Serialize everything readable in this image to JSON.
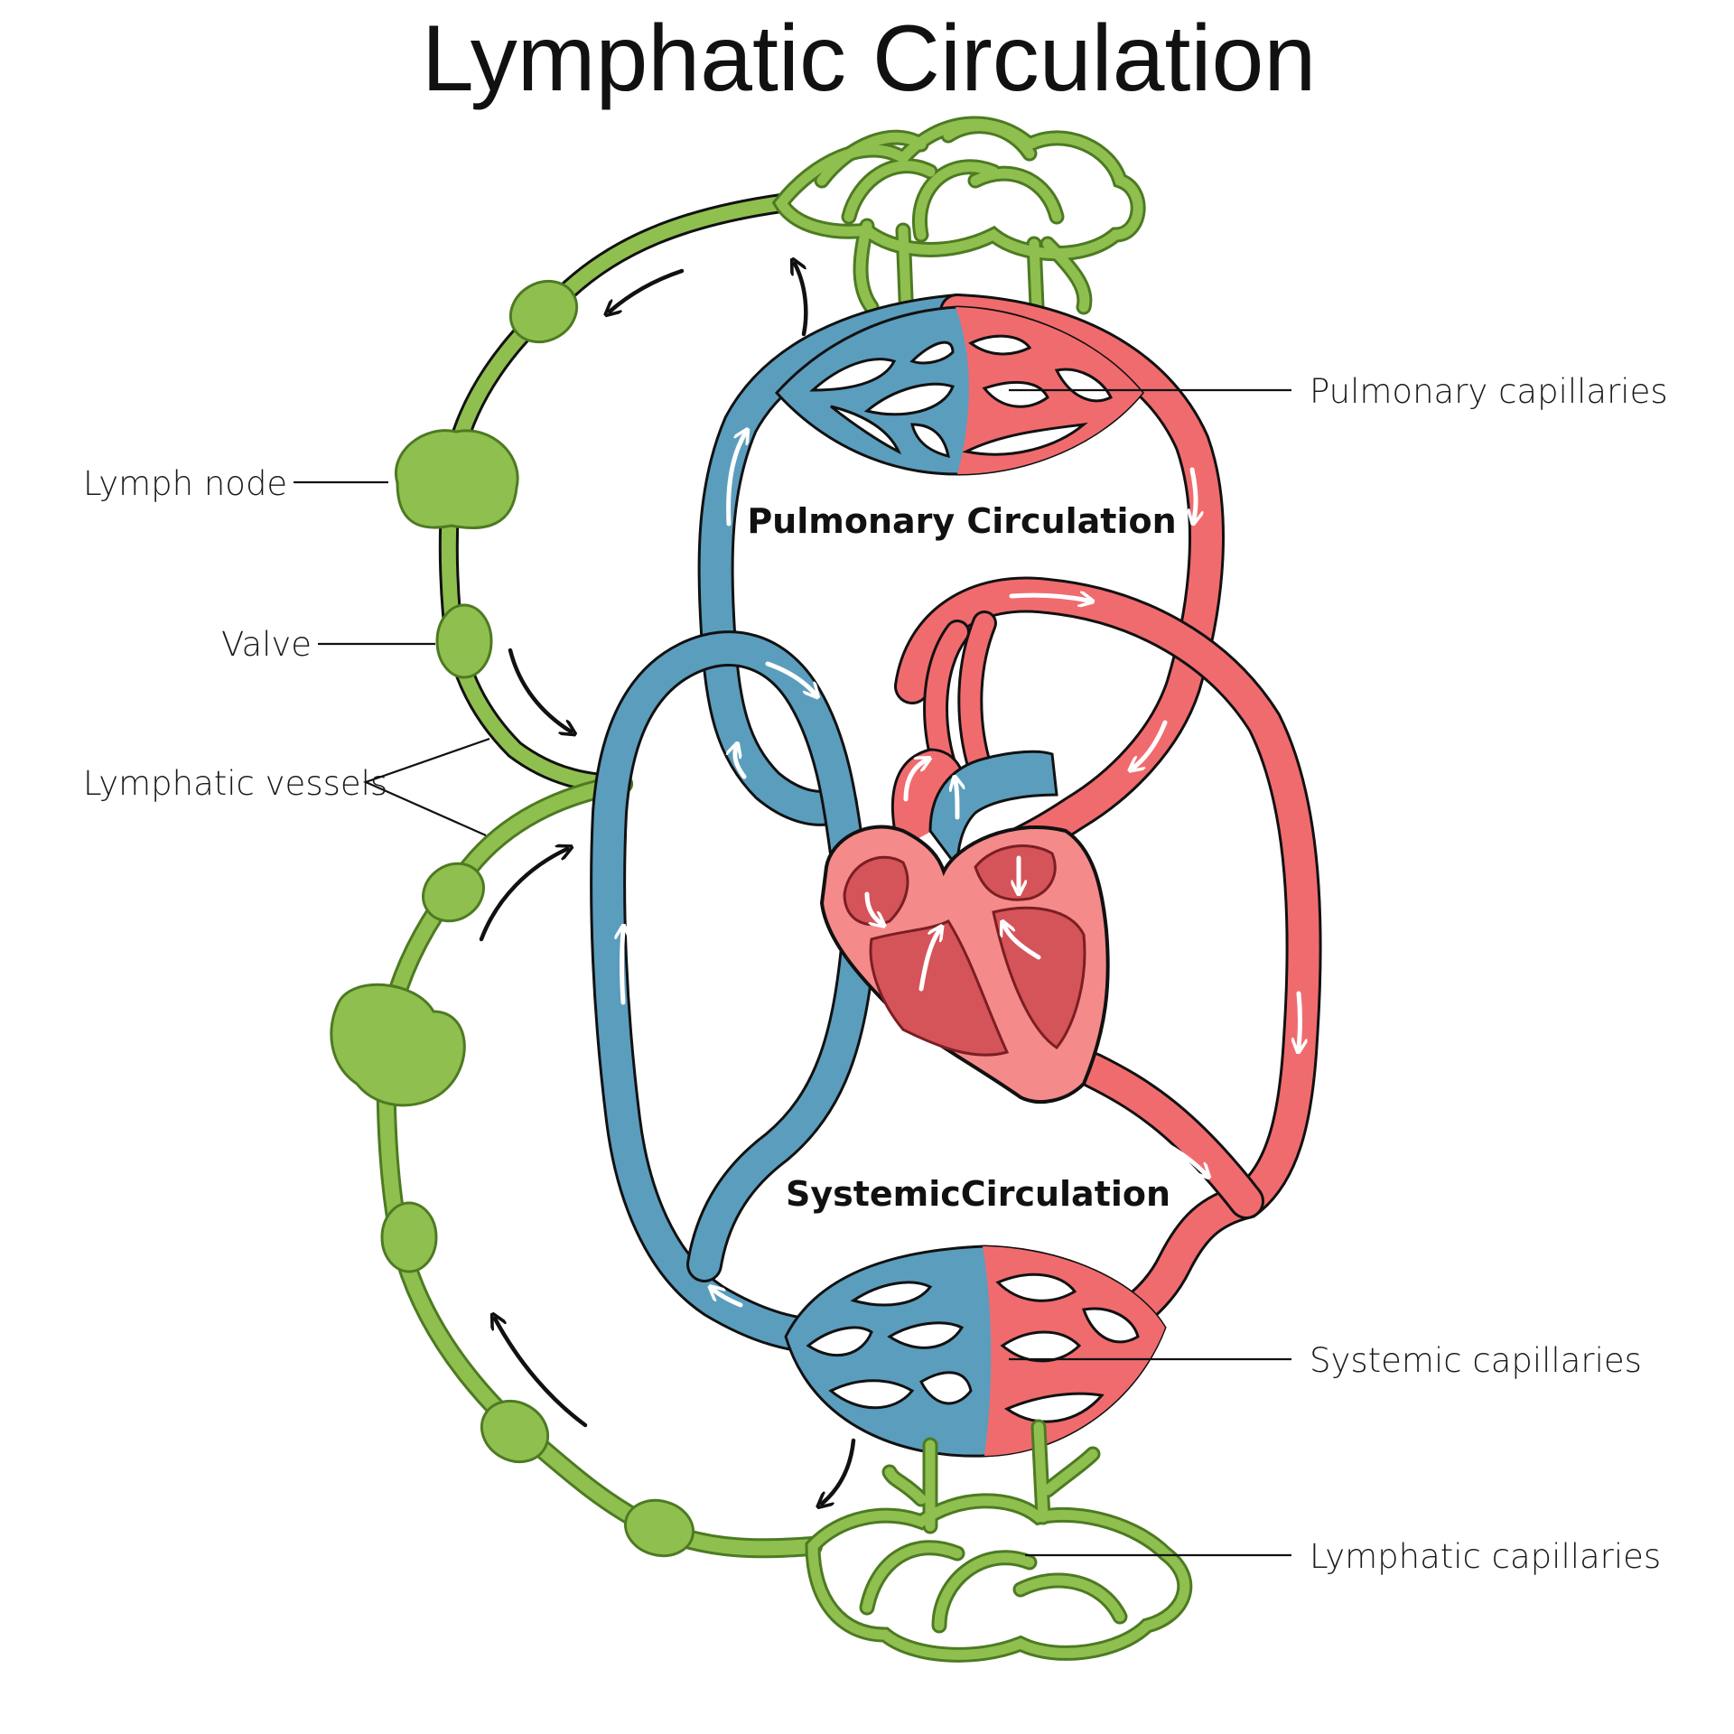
{
  "title": "Lymphatic Circulation",
  "sections": {
    "pulmonary": "Pulmonary Circulation",
    "systemic": "SystemicCirculation"
  },
  "labels": {
    "pulmonary_capillaries": "Pulmonary capillaries",
    "lymph_node": "Lymph node",
    "valve": "Valve",
    "lymphatic_vessels": "Lymphatic vessels",
    "systemic_capillaries": "Systemic capillaries",
    "lymphatic_capillaries": "Lymphatic capillaries"
  },
  "colors": {
    "vein": "#5b9dbd",
    "vein_dark": "#3f84a6",
    "artery": "#f06b6e",
    "artery_dark": "#d9545a",
    "heart_wall": "#f58a8a",
    "heart_chamber": "#d55459",
    "lymph": "#8fbf4e",
    "lymph_dark": "#5c8a2a",
    "outline": "#111111"
  }
}
